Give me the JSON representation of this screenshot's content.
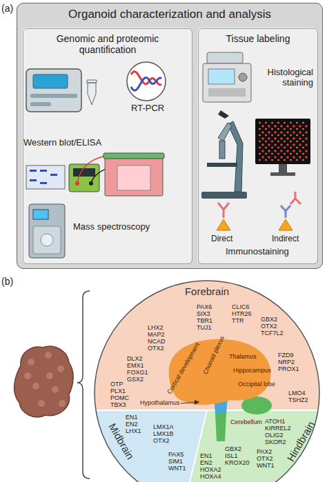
{
  "diagram": {
    "nodes": [
      {
        "text": [
          "Organoid characterization and analysis"
        ]
      },
      {
        "text": [
          "Genomic and proteomic quantification"
        ],
        "in": 0
      },
      {
        "text": [
          "Tissue labeling"
        ],
        "in": 0
      }
    ],
    "labels": [
      "(a)",
      "RT-PCR",
      "Western blot/ELISA",
      "Mass spectroscopy",
      "Histological staining",
      "Direct",
      "Indirect",
      "Immunostaining",
      "(b)",
      "Forebrain",
      "PAX6 SIX3 TBR1 TUJ1",
      "CLIC6 HTR26 TTR",
      "GBX2 OTX2 TCF7L2",
      "LHX2 MAP2 NCAD OTX2",
      "Cortical development",
      "Choroid plexus",
      "Thalamus",
      "FZD9 NRP2 PROX1",
      "Hippocampus",
      "DLX2 EMX1 FOXG1 GSX2",
      "OTP PLX1 POMC TBX3",
      "LMO4 TSHZ2",
      "Occipital lobe",
      "Hypothalamus",
      "Cerebellum",
      "EN1 EN2 LHX1",
      "ATOH1 KIRREL2 OLIG2 SKOR2",
      "LMX1A LMX1B OTX2",
      "Midbrain",
      "GBX2 ISL1 KROX20",
      "PAX2 OTX2 WNT1",
      "PAX5 SIM1 WNT1",
      "EN1 EN2 HOXA2 HOXA4",
      "Hindbrain"
    ]
  }
}
